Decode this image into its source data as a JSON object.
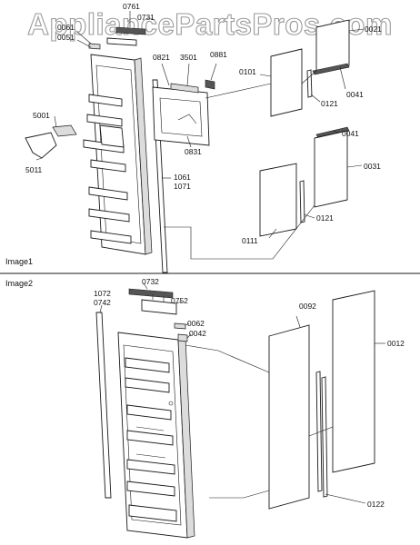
{
  "watermark": "AppliancePartsPros.com",
  "sections": [
    {
      "label": "Image1"
    },
    {
      "label": "Image2"
    }
  ],
  "part_labels": {
    "p0761": "0761",
    "p0731": "0731",
    "p0061": "0061",
    "p0051": "0051",
    "p0821": "0821",
    "p3501": "3501",
    "p0881": "0881",
    "p0101": "0101",
    "p0021": "0021",
    "p0041a": "0041",
    "p0121a": "0121",
    "p5001": "5001",
    "p5011": "5011",
    "p0831": "0831",
    "p1061": "1061",
    "p1071": "1071",
    "p0041b": "0041",
    "p0031": "0031",
    "p0121b": "0121",
    "p0111": "0111",
    "p1072": "1072",
    "p0742": "0742",
    "p0732": "0732",
    "p0752": "0752",
    "p0062": "0062",
    "p0042": "0042",
    "p0092": "0092",
    "p0012": "0012",
    "p0122": "0122"
  }
}
